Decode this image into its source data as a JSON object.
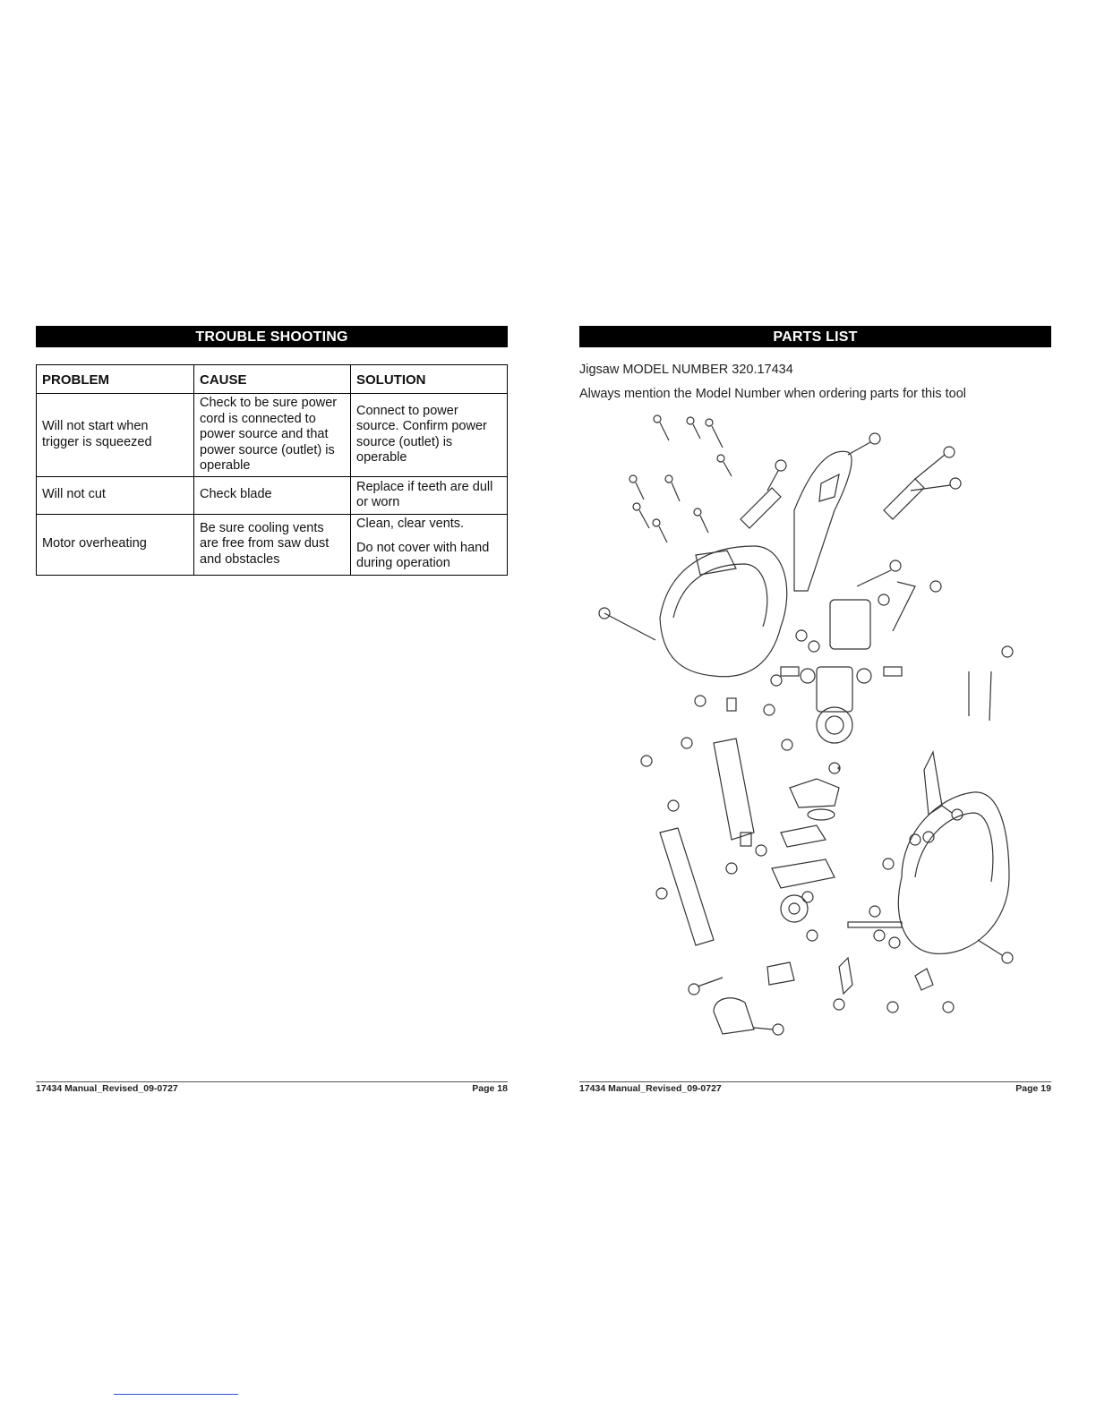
{
  "left_page": {
    "section_title": "TROUBLE SHOOTING",
    "table": {
      "headers": [
        "PROBLEM",
        "CAUSE",
        "SOLUTION"
      ],
      "rows": [
        {
          "problem": "Will not start when trigger is squeezed",
          "cause": "Check to be sure power cord is connected to power source and that power source (outlet) is operable",
          "solution": [
            "Connect to power source. Confirm power source (outlet) is operable"
          ]
        },
        {
          "problem": "Will not cut",
          "cause": "Check blade",
          "solution": [
            "Replace if teeth are dull or worn"
          ]
        },
        {
          "problem": "Motor overheating",
          "cause": "Be sure cooling vents are free from saw dust and obstacles",
          "solution": [
            "Clean, clear vents.",
            "Do not cover with hand during operation"
          ]
        }
      ]
    },
    "footer": {
      "document": "17434 Manual_Revised_09-0727",
      "page": "Page 18"
    }
  },
  "right_page": {
    "section_title": "PARTS LIST",
    "model_line": "Jigsaw MODEL NUMBER 320.17434",
    "note_line": "Always mention the Model Number when ordering parts for this tool",
    "diagram_icon": "exploded-view-diagram",
    "footer": {
      "document": "17434 Manual_Revised_09-0727",
      "page": "Page 19"
    }
  },
  "colors": {
    "header_bar": "#000000",
    "header_text": "#ffffff",
    "link_underline": "#2b50d8"
  }
}
